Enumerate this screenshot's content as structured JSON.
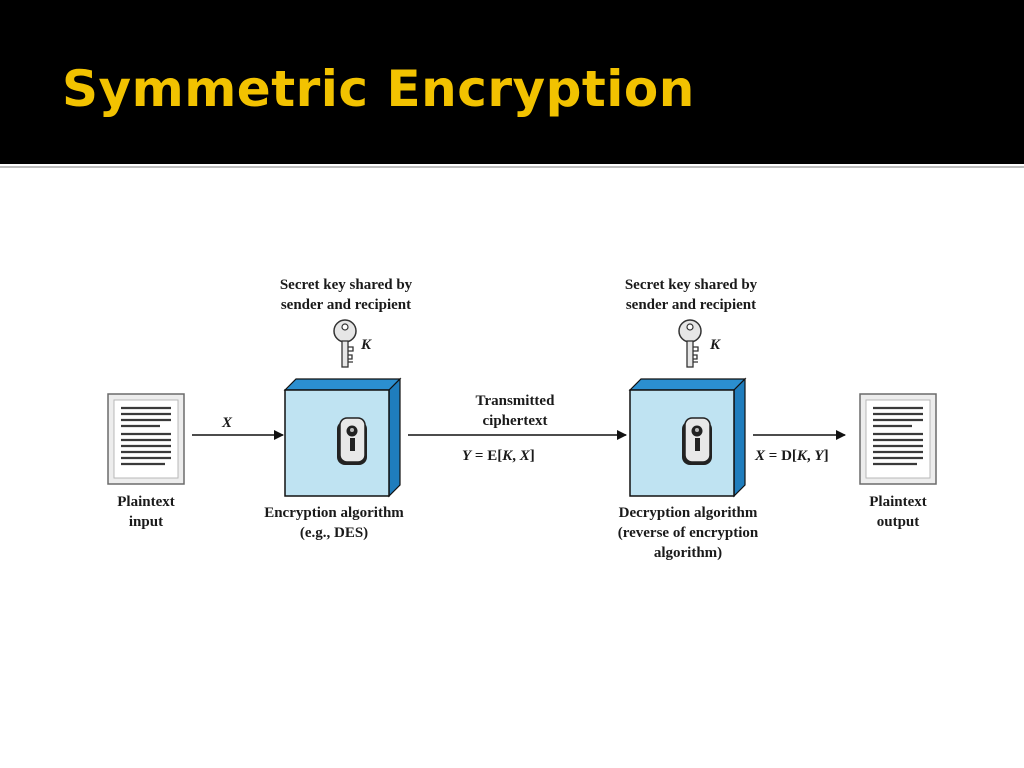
{
  "slide": {
    "title": "Symmetric Encryption"
  },
  "diagram": {
    "plaintext_input": {
      "line1": "Plaintext",
      "line2": "input"
    },
    "plaintext_output": {
      "line1": "Plaintext",
      "line2": "output"
    },
    "var_x": "X",
    "key_left": {
      "line1": "Secret key shared by",
      "line2": "sender and recipient",
      "symbol": "K"
    },
    "key_right": {
      "line1": "Secret key shared by",
      "line2": "sender and recipient",
      "symbol": "K"
    },
    "encryption": {
      "line1": "Encryption algorithm",
      "line2": "(e.g., DES)"
    },
    "decryption": {
      "line1": "Decryption algorithm",
      "line2": "(reverse of encryption",
      "line3": "algorithm)"
    },
    "transmitted": {
      "line1": "Transmitted",
      "line2": "ciphertext"
    },
    "enc_formula": {
      "lhs": "Y",
      "eq": " = E[",
      "k": "K",
      "sep": ", ",
      "x": "X",
      "end": "]"
    },
    "dec_formula": {
      "lhs": "X",
      "eq": " = D[",
      "k": "K",
      "sep": ", ",
      "y": "Y",
      "end": "]"
    }
  },
  "colors": {
    "title": "#f2c200",
    "box_face": "#bfe3f2",
    "box_side": "#2b8fd0",
    "key_fill": "#e6e6e6"
  }
}
